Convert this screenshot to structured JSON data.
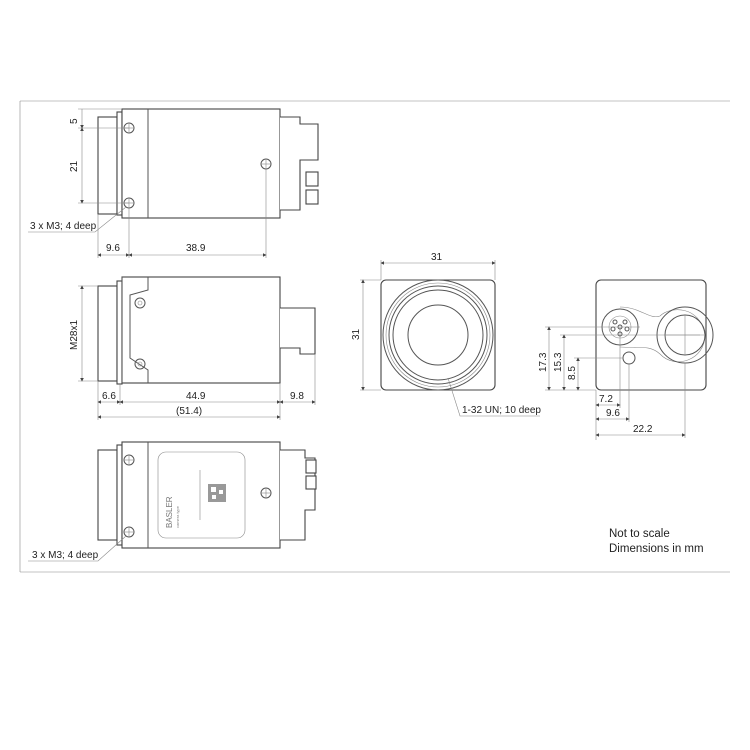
{
  "top_view": {
    "dim_hole_offset": "5",
    "dim_hole_spacing": "21",
    "dim_front_to_hole": "9.6",
    "dim_hole_to_hole": "38.9",
    "callout": "3 x M3; 4 deep"
  },
  "side_view": {
    "thread": "M28x1",
    "dim_front": "6.6",
    "dim_body": "44.9",
    "dim_connector": "9.8",
    "dim_total": "(51.4)"
  },
  "bottom_view": {
    "callout": "3 x M3; 4 deep",
    "label_brand": "BASLER",
    "label_type": "camera type"
  },
  "front_view": {
    "dim_width": "31",
    "dim_height": "31",
    "callout": "1-32 UN; 10 deep"
  },
  "rear_view": {
    "dim_17_3": "17.3",
    "dim_15_3": "15.3",
    "dim_8_5": "8.5",
    "dim_7_2": "7.2",
    "dim_9_6": "9.6",
    "dim_22_2": "22.2"
  },
  "notes": {
    "line1": "Not to scale",
    "line2": "Dimensions in mm"
  }
}
